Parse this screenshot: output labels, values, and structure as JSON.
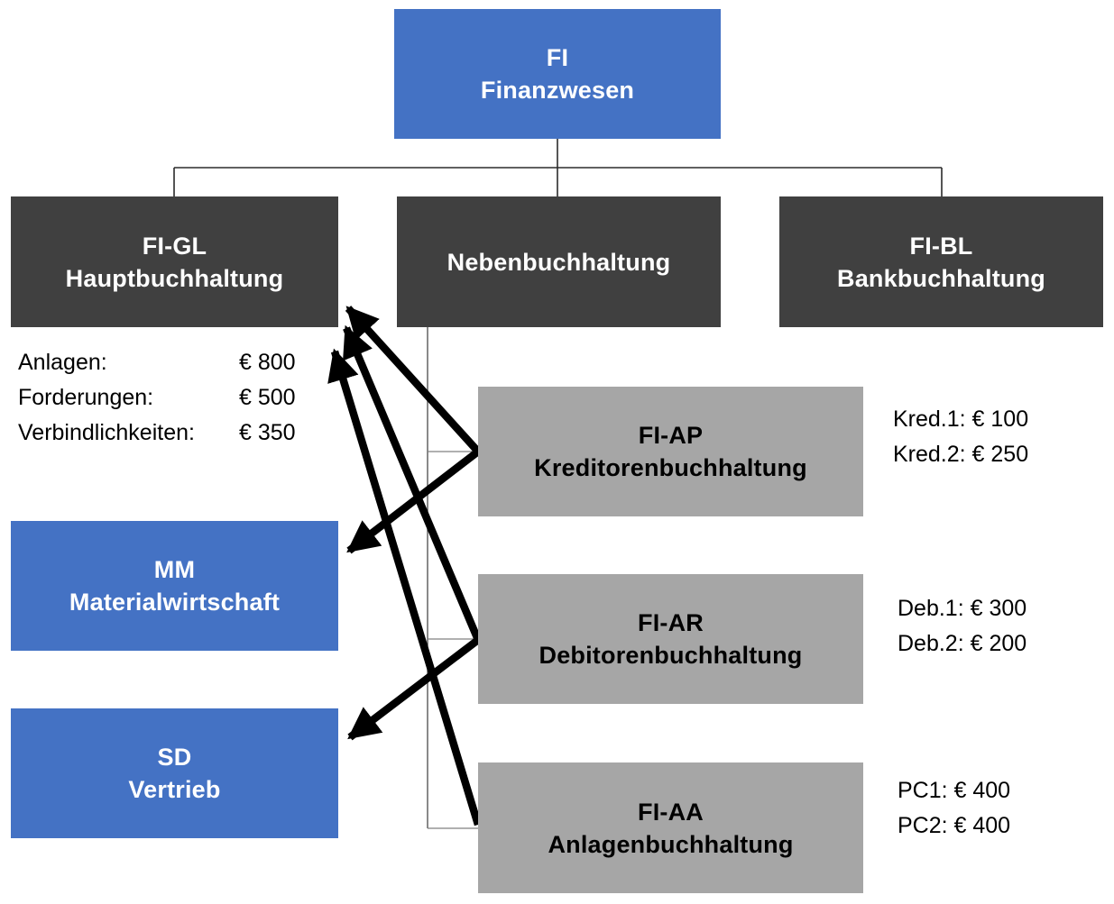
{
  "colors": {
    "node_blue": "#4472C4",
    "node_dark": "#404040",
    "node_gray": "#A6A6A6",
    "text_on_blue": "#FFFFFF",
    "text_on_dark": "#FFFFFF",
    "text_on_gray": "#000000",
    "arrow": "#000000",
    "connector": "#2b2b2b",
    "background": "#FFFFFF"
  },
  "nodes": {
    "fi": {
      "code": "FI",
      "label": "Finanzwesen"
    },
    "figl": {
      "code": "FI-GL",
      "label": "Hauptbuchhaltung"
    },
    "neben": {
      "label": "Nebenbuchhaltung"
    },
    "fibl": {
      "code": "FI-BL",
      "label": "Bankbuchhaltung"
    },
    "fiap": {
      "code": "FI-AP",
      "label": "Kreditorenbuchhaltung"
    },
    "fiar": {
      "code": "FI-AR",
      "label": "Debitorenbuchhaltung"
    },
    "fiaa": {
      "code": "FI-AA",
      "label": "Anlagenbuchhaltung"
    },
    "mm": {
      "code": "MM",
      "label": "Materialwirtschaft"
    },
    "sd": {
      "code": "SD",
      "label": "Vertrieb"
    }
  },
  "annotations": {
    "figl_rows": [
      {
        "label": "Anlagen:",
        "value": "€ 800"
      },
      {
        "label": "Forderungen:",
        "value": "€ 500"
      },
      {
        "label": "Verbindlichkeiten:",
        "value": "€ 350"
      }
    ],
    "fiap_lines": [
      "Kred.1: € 100",
      "Kred.2: € 250"
    ],
    "fiar_lines": [
      "Deb.1: € 300",
      "Deb.2: € 200"
    ],
    "fiaa_lines": [
      "PC1: € 400",
      "PC2: € 400"
    ]
  }
}
